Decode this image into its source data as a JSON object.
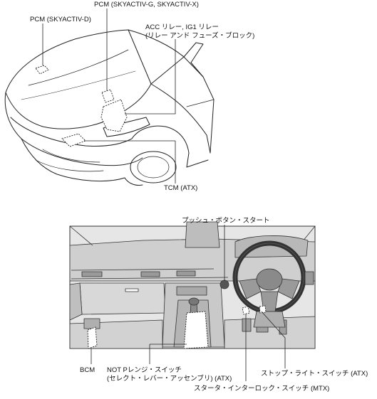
{
  "car_diagram": {
    "labels": {
      "pcm_skyactiv_d": "PCM (SKYACTIV-D)",
      "pcm_skyactiv_gx": "PCM (SKYACTIV-G, SKYACTIV-X)",
      "acc_relay_line1": "ACC リレー, IG1 リレー",
      "acc_relay_line2": "(リレー アンド フューズ・ブロック)",
      "tcm_atx": "TCM (ATX)"
    }
  },
  "dashboard_diagram": {
    "labels": {
      "push_button_start": "プッシュ・ボタン・スタート",
      "bcm": "BCM",
      "not_p_line1": "NOT Pレンジ・スイッチ",
      "not_p_line2": "(セレクト・レバー・アッセンブリ) (ATX)",
      "stop_light_switch": "ストップ・ライト・スイッチ (ATX)",
      "starter_interlock": "スタータ・インターロック・スイッチ (MTX)"
    }
  }
}
